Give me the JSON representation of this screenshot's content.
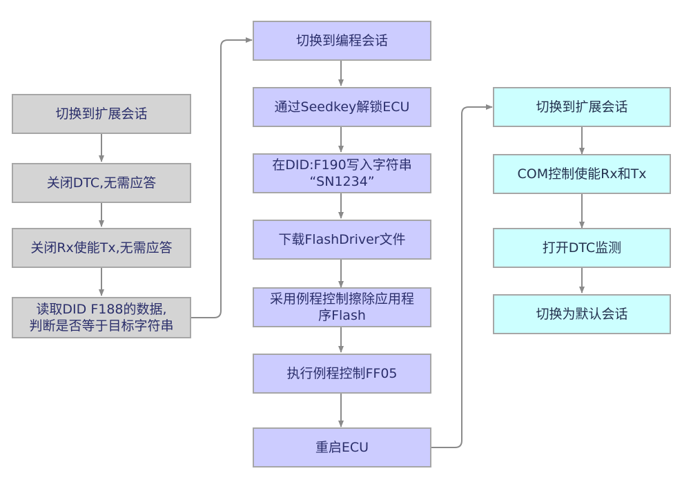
{
  "colors": {
    "gray_box": "#d4d4d4",
    "purple_box": "#ccccff",
    "cyan_box": "#ccffff",
    "border": "#a6a6a6",
    "arrow": "#8a8a8a",
    "text": "#2b2f6b"
  },
  "column1": [
    {
      "label": "切换到扩展会话"
    },
    {
      "label": "关闭DTC,无需应答"
    },
    {
      "label": "关闭Rx使能Tx,无需应答"
    },
    {
      "label": "读取DID F188的数据,\n判断是否等于目标字符串"
    }
  ],
  "column2": [
    {
      "label": "切换到编程会话"
    },
    {
      "label": "通过Seedkey解锁ECU"
    },
    {
      "label": "在DID:F190写入字符串\n“SN1234”"
    },
    {
      "label": "下载FlashDriver文件"
    },
    {
      "label": "采用例程控制擦除应用程\n序Flash"
    },
    {
      "label": "执行例程控制FF05"
    },
    {
      "label": "重启ECU"
    }
  ],
  "column3": [
    {
      "label": "切换到扩展会话"
    },
    {
      "label": "COM控制使能Rx和Tx"
    },
    {
      "label": "打开DTC监测"
    },
    {
      "label": "切换为默认会话"
    }
  ]
}
